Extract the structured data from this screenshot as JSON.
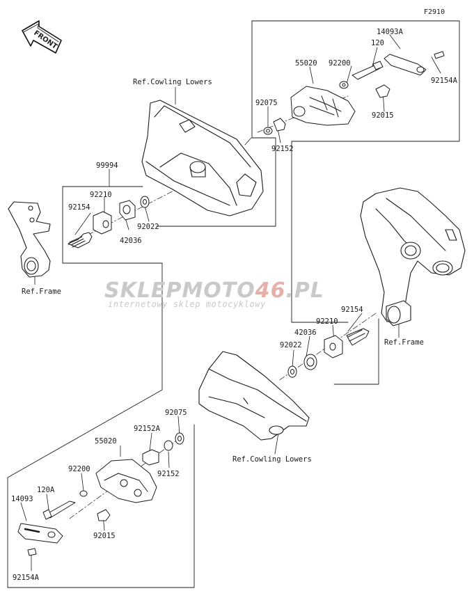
{
  "figure_code": "F2910",
  "front_arrow_label": "FRONT",
  "watermark": {
    "brand_part1": "SKLEPMOTO",
    "brand_part2": "46",
    "brand_part3": ".PL",
    "tagline": "internetowy sklep motocyklowy"
  },
  "labels": {
    "upper_right_group": {
      "p14093A": "14093A",
      "p120": "120",
      "p55020": "55020",
      "p92200": "92200",
      "p92154A": "92154A",
      "p92075": "92075",
      "p92015": "92015",
      "p92152": "92152"
    },
    "upper_left_group": {
      "ref_cowling": "Ref.Cowling Lowers",
      "p99994": "99994",
      "p92210": "92210",
      "p92154": "92154",
      "p92022": "92022",
      "p42036": "42036",
      "ref_frame": "Ref.Frame"
    },
    "right_middle_group": {
      "p92154": "92154",
      "p92210": "92210",
      "p42036": "42036",
      "p92022": "92022",
      "ref_frame": "Ref.Frame"
    },
    "lower_group": {
      "p92075": "92075",
      "p92152A": "92152A",
      "p55020": "55020",
      "p92200": "92200",
      "p120A": "120A",
      "p14093": "14093",
      "p92152": "92152",
      "p92015": "92015",
      "p92154A": "92154A",
      "ref_cowling": "Ref.Cowling Lowers"
    }
  }
}
